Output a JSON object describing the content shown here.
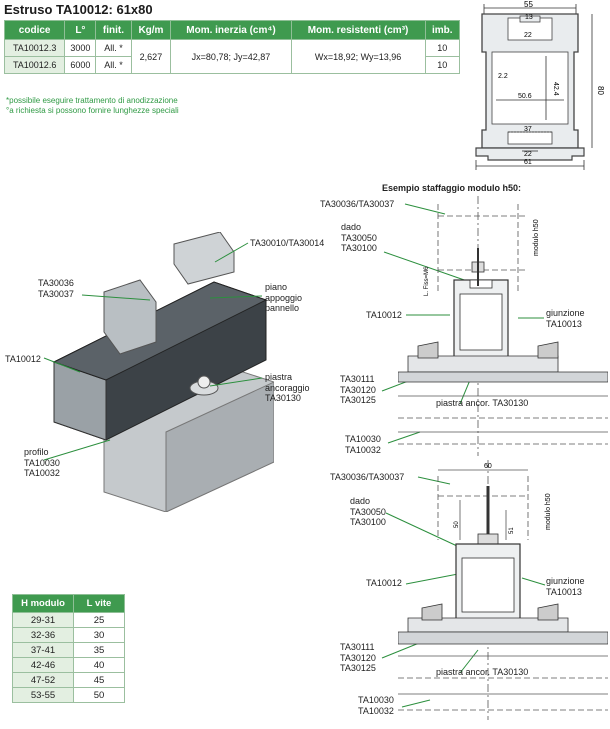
{
  "title": "Estruso TA10012: 61x80",
  "spec_table": {
    "headers": [
      "codice",
      "L°",
      "finit.",
      "Kg/m",
      "Mom. inerzia (cm⁴)",
      "Mom. resistenti (cm³)",
      "imb."
    ],
    "rows": [
      {
        "codice": "TA10012.3",
        "L": "3000",
        "finit": "All. *",
        "imb": "10"
      },
      {
        "codice": "TA10012.6",
        "L": "6000",
        "finit": "All. *",
        "imb": "10"
      }
    ],
    "kg_m": "2,627",
    "mom_inerzia": "Jx=80,78; Jy=42,87",
    "mom_resistenti": "Wx=18,92; Wy=13,96"
  },
  "notes": [
    "*possibile eseguire trattamento di anodizzazione",
    "°a richiesta si possono fornire lunghezze speciali"
  ],
  "profile_dims": {
    "top_width": "55",
    "inner_top": "13",
    "inner_upper": "22",
    "wall": "2.2",
    "inner_height": "42.4",
    "height": "80",
    "inner_width": "50.6",
    "bottom_slot": "37",
    "bottom_inner": "22",
    "bottom_width": "61"
  },
  "example_title": "Esempio staffaggio modulo h50:",
  "iso_labels": {
    "rail": "TA10012",
    "clamp_top": "TA30010/TA30014",
    "clamp_side": "TA30036\nTA30037",
    "piano": "piano\nappoggio\npannello",
    "piastra": "piastra\nancoraggio\nTA30130",
    "profilo": "profilo\nTA10030\nTA10032"
  },
  "diagram_upper": {
    "top": "TA30036/TA30037",
    "dado": "dado\nTA30050\nTA30100",
    "rail": "TA10012",
    "giunzione": "giunzione\nTA10013",
    "screws": "TA30111\nTA30120\nTA30125",
    "piastra": "piastra ancor. TA30130",
    "profilo": "TA10030\nTA10032",
    "modulo": "modulo h50",
    "fissaggio": "L. Fiss=M6"
  },
  "diagram_lower": {
    "top": "TA30036/TA30037",
    "width": "60",
    "dado": "dado\nTA30050\nTA30100",
    "rail": "TA10012",
    "giunzione": "giunzione\nTA10013",
    "screws": "TA30111\nTA30120\nTA30125",
    "piastra": "piastra ancor. TA30130",
    "profilo": "TA10030\nTA10032",
    "modulo": "modulo h50",
    "d1": "50",
    "d2": "51"
  },
  "hmod_table": {
    "headers": [
      "H modulo",
      "L vite"
    ],
    "rows": [
      [
        "29-31",
        "25"
      ],
      [
        "32-36",
        "30"
      ],
      [
        "37-41",
        "35"
      ],
      [
        "42-46",
        "40"
      ],
      [
        "47-52",
        "45"
      ],
      [
        "53-55",
        "50"
      ]
    ]
  },
  "colors": {
    "accent": "#3f9a4f",
    "note": "#2f9a44",
    "cell": "#e3efe1"
  }
}
